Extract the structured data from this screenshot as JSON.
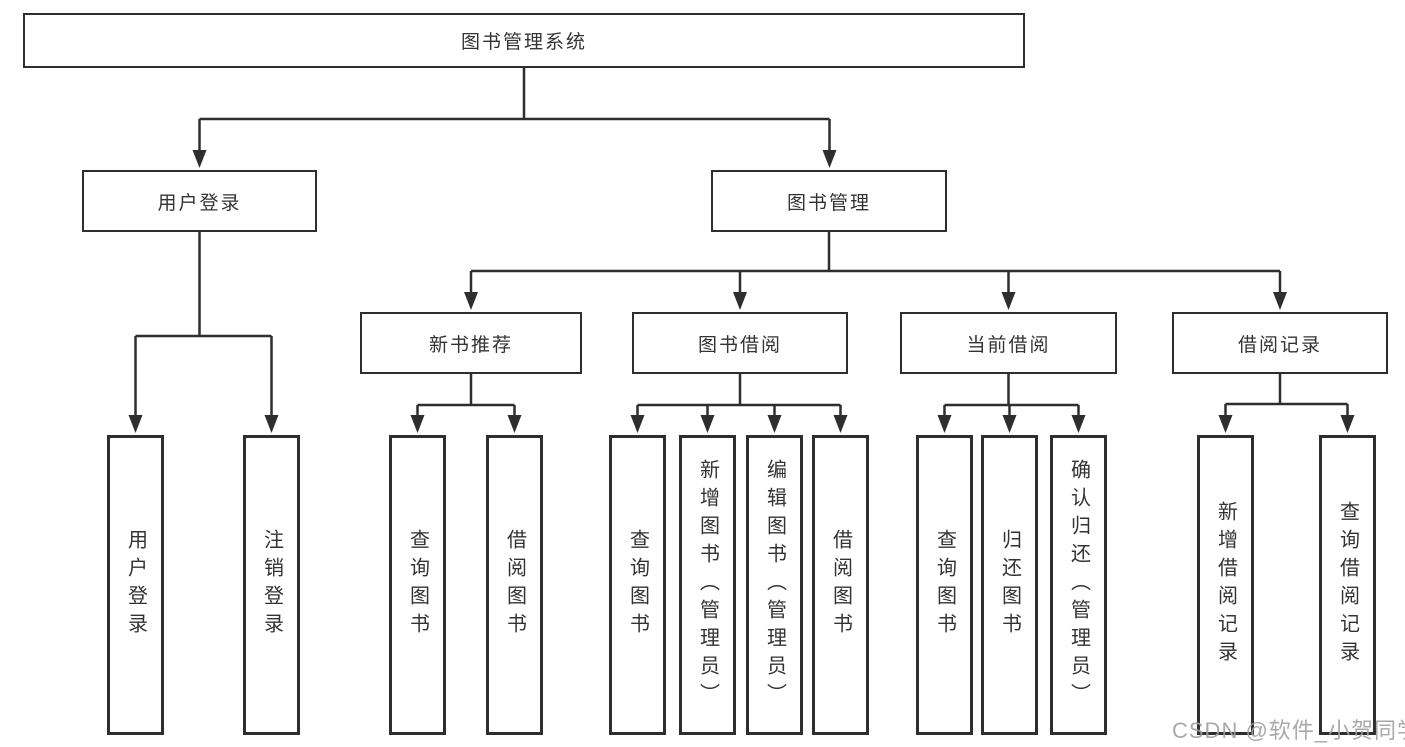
{
  "diagram": {
    "root": {
      "label": "图书管理系统"
    },
    "user_login_branch": {
      "label": "用户登录",
      "children": [
        {
          "label": "用户登录"
        },
        {
          "label": "注销登录"
        }
      ]
    },
    "book_management_branch": {
      "label": "图书管理",
      "sections": [
        {
          "label": "新书推荐",
          "children": [
            {
              "label": "查询图书"
            },
            {
              "label": "借阅图书"
            }
          ]
        },
        {
          "label": "图书借阅",
          "children": [
            {
              "label": "查询图书"
            },
            {
              "label": "新增图书（管理员）"
            },
            {
              "label": "编辑图书（管理员）"
            },
            {
              "label": "借阅图书"
            }
          ]
        },
        {
          "label": "当前借阅",
          "children": [
            {
              "label": "查询图书"
            },
            {
              "label": "归还图书"
            },
            {
              "label": "确认归还（管理员）"
            }
          ]
        },
        {
          "label": "借阅记录",
          "children": [
            {
              "label": "新增借阅记录"
            },
            {
              "label": "查询借阅记录"
            }
          ]
        }
      ]
    }
  },
  "watermark": {
    "text": "CSDN @软件_小贺同学"
  },
  "colors": {
    "line": "#2e2e2e",
    "text": "#333333",
    "watermark": "#a0a0a0",
    "background": "#ffffff"
  }
}
